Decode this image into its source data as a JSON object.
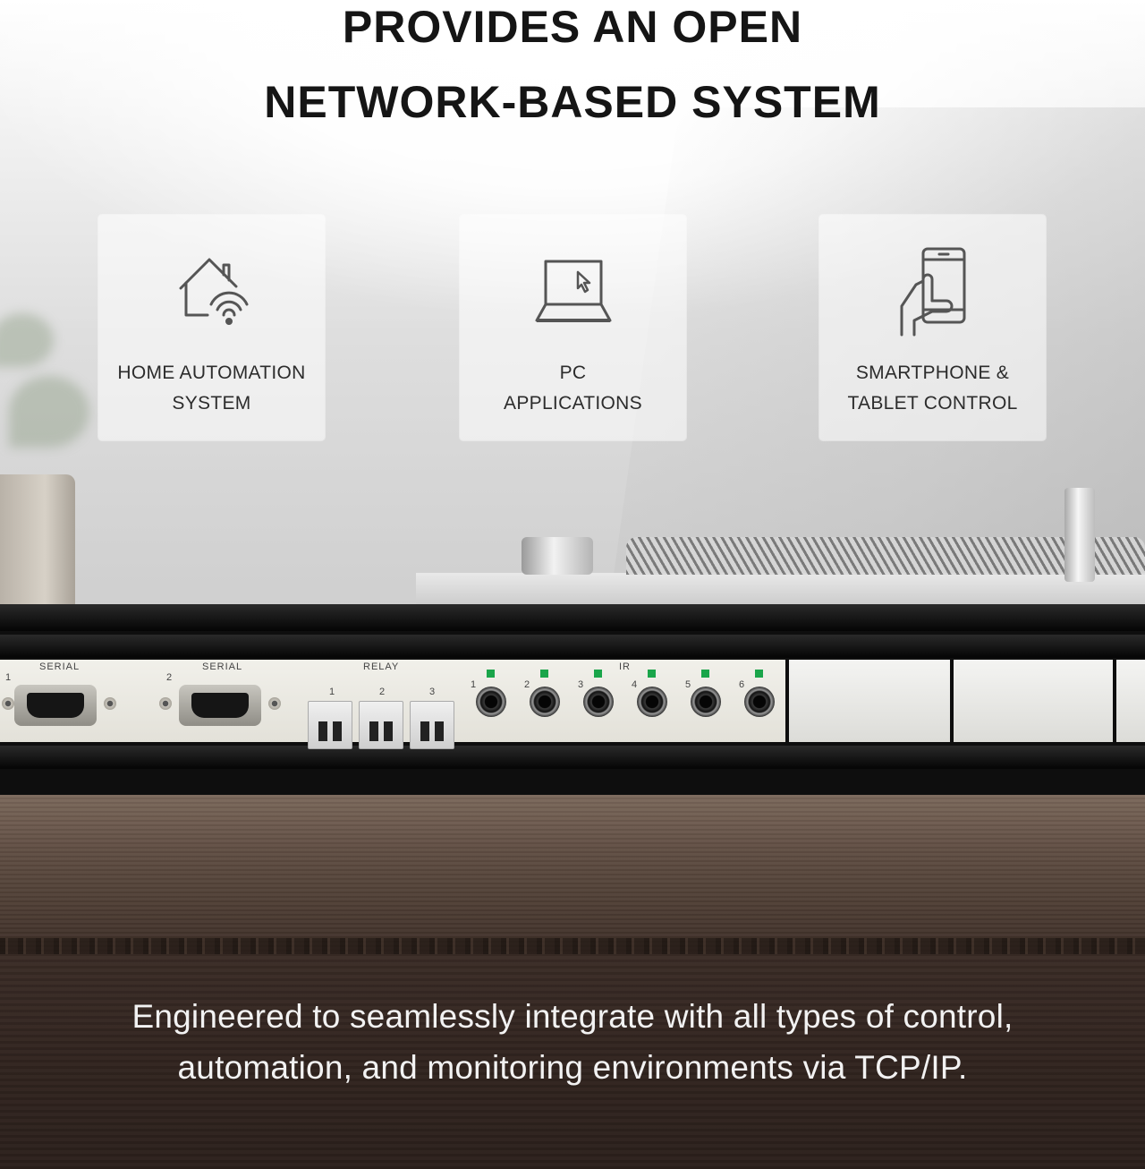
{
  "headline": {
    "line1": "PROVIDES AN OPEN",
    "line2": "NETWORK-BASED SYSTEM"
  },
  "features": [
    {
      "icon": "home-wifi-icon",
      "line1": "HOME AUTOMATION",
      "line2": "SYSTEM"
    },
    {
      "icon": "laptop-cursor-icon",
      "line1": "PC",
      "line2": "APPLICATIONS"
    },
    {
      "icon": "hand-smartphone-icon",
      "line1": "SMARTPHONE &",
      "line2": "TABLET CONTROL"
    }
  ],
  "device": {
    "serial_label": "SERIAL",
    "relay_label": "RELAY",
    "ir_label": "IR",
    "serial_ports": [
      "1",
      "2"
    ],
    "relay_ports": [
      "1",
      "2",
      "3"
    ],
    "ir_ports": [
      "1",
      "2",
      "3",
      "4",
      "5",
      "6"
    ],
    "led_color": "#1aa54a"
  },
  "tagline": {
    "line1": "Engineered to seamlessly integrate with all types of control,",
    "line2": "automation, and monitoring environments via TCP/IP."
  }
}
